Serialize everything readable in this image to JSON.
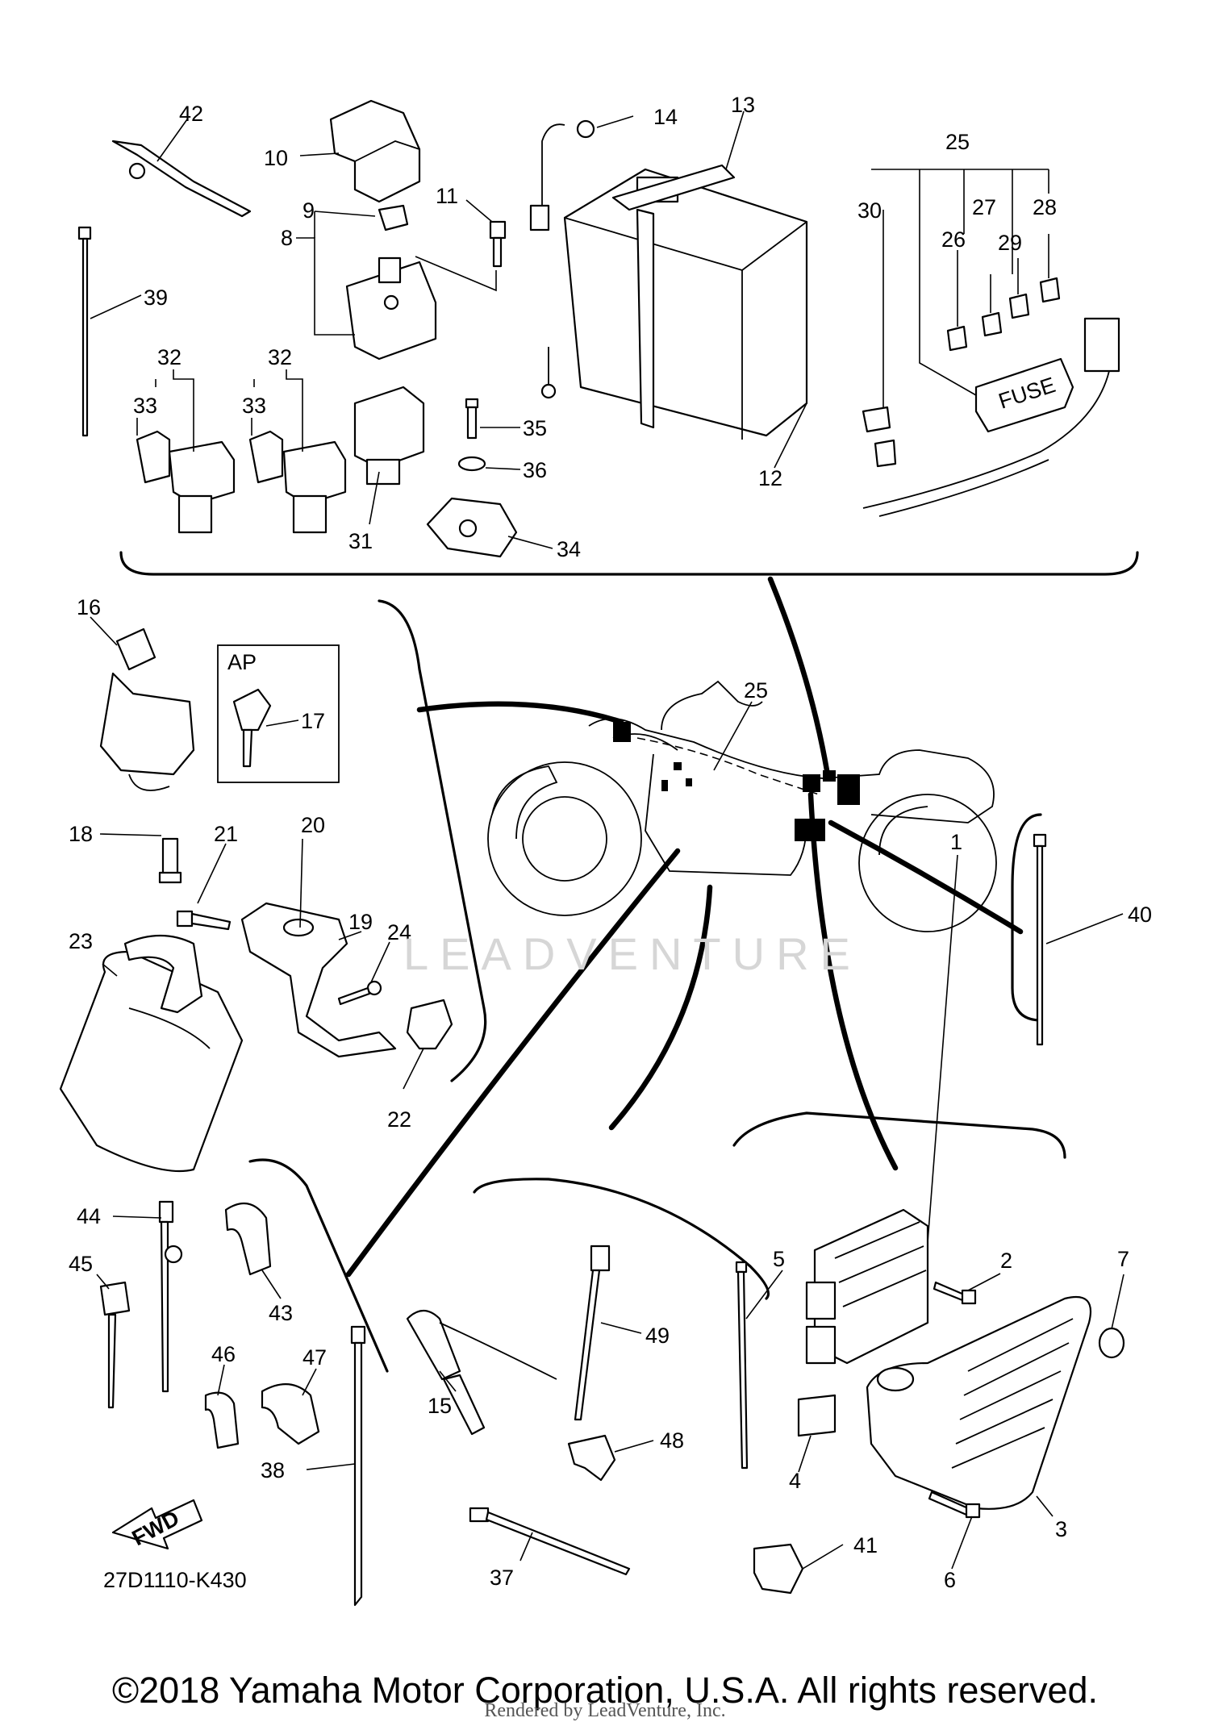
{
  "diagram": {
    "part_labels": {
      "p1": "1",
      "p2": "2",
      "p3": "3",
      "p4": "4",
      "p5": "5",
      "p6": "6",
      "p7": "7",
      "p8": "8",
      "p9": "9",
      "p10": "10",
      "p11": "11",
      "p12": "12",
      "p13": "13",
      "p14": "14",
      "p15": "15",
      "p16": "16",
      "p17": "17",
      "p18": "18",
      "p19": "19",
      "p20": "20",
      "p21": "21",
      "p22": "22",
      "p23": "23",
      "p24": "24",
      "p25_top": "25",
      "p25_bike": "25",
      "p26": "26",
      "p27": "27",
      "p28": "28",
      "p29": "29",
      "p30": "30",
      "p31": "31",
      "p32a": "32",
      "p32b": "32",
      "p33a": "33",
      "p33b": "33",
      "p34": "34",
      "p35": "35",
      "p36": "36",
      "p37": "37",
      "p38": "38",
      "p39": "39",
      "p40": "40",
      "p41": "41",
      "p42": "42",
      "p43": "43",
      "p44": "44",
      "p45": "45",
      "p46": "46",
      "p47": "47",
      "p48": "48",
      "p49": "49"
    },
    "ap_label": "AP",
    "fuse_box_text": "FUSE",
    "fwd_arrow_text": "FWD",
    "diagram_code": "27D1110-K430",
    "watermark": "LEADVENTURE",
    "copyright": "©2018 Yamaha Motor Corporation, U.S.A. All rights reserved.",
    "rendered_by": "Rendered by LeadVenture, Inc."
  }
}
